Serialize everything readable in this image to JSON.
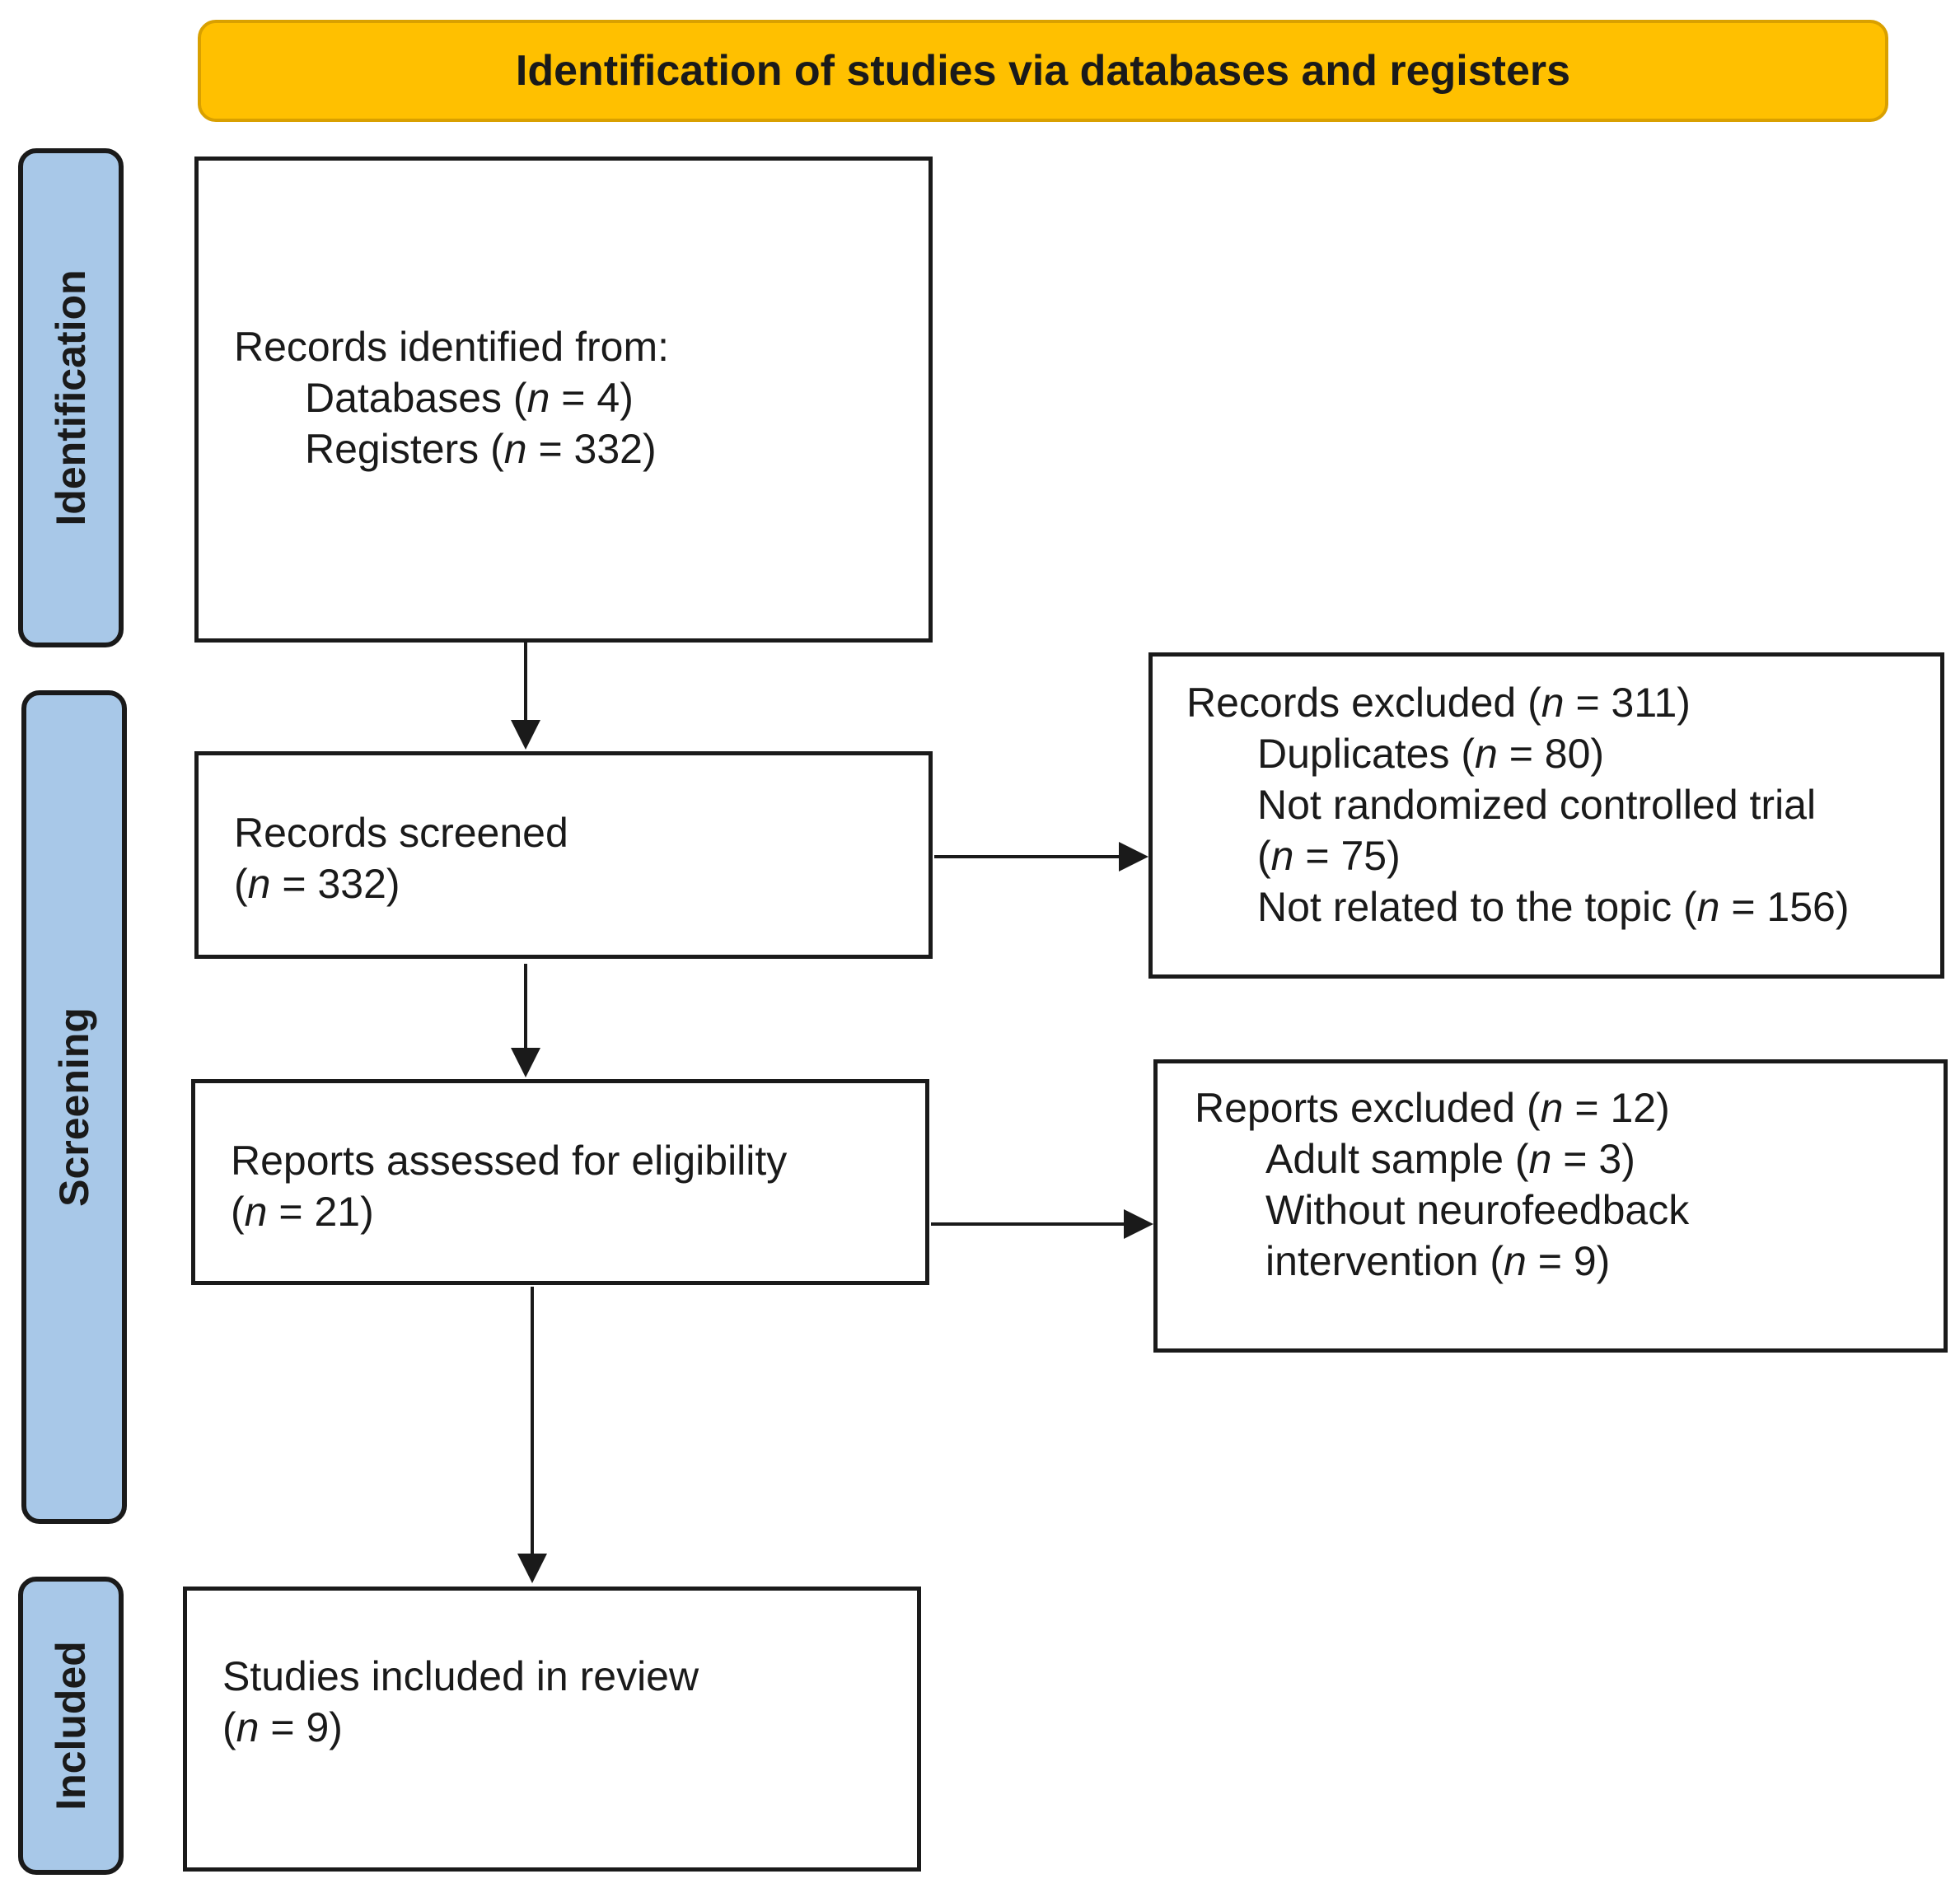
{
  "banner": {
    "title": "Identification of studies via databases and registers"
  },
  "phases": {
    "identification": "Identification",
    "screening": "Screening",
    "included": "Included"
  },
  "n_symbol": "n",
  "boxes": {
    "identified": {
      "heading": "Records identified from:",
      "lines": [
        {
          "label": "Databases (",
          "value": " = 4)"
        },
        {
          "label": "Registers (",
          "value": " = 332)"
        }
      ]
    },
    "screened": {
      "heading": "Records screened",
      "count": " = 332)"
    },
    "excluded": {
      "heading": "Records excluded (",
      "heading_value": " = 311)",
      "lines": [
        {
          "label": "Duplicates (",
          "value": " = 80)"
        },
        {
          "label": "Not randomized controlled trial",
          "value": ""
        },
        {
          "label": "(",
          "value": " = 75)"
        },
        {
          "label": "Not related to the topic (",
          "value": " = 156)"
        }
      ]
    },
    "assessed": {
      "heading": "Reports assessed for eligibility",
      "count": " = 21)"
    },
    "reports_excluded": {
      "heading": "Reports excluded (",
      "heading_value": " = 12)",
      "lines": [
        {
          "label": "Adult sample (",
          "value": " = 3)"
        },
        {
          "label": "Without neurofeedback",
          "value": ""
        },
        {
          "label": "intervention (",
          "value": " = 9)"
        }
      ]
    },
    "included": {
      "heading": "Studies included in review",
      "count": " = 9)"
    }
  },
  "colors": {
    "banner_fill": "#ffc000",
    "phase_fill": "#a8c8e8",
    "line": "#1a1a1a"
  }
}
